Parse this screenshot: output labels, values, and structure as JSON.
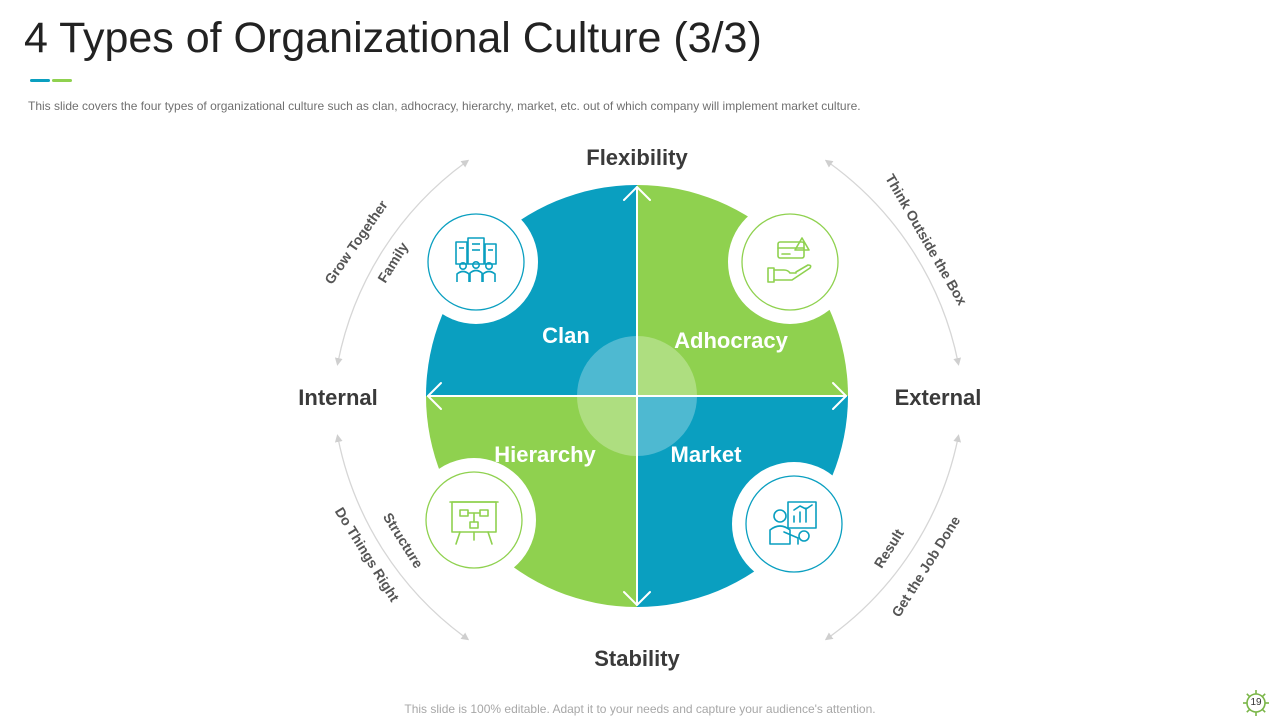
{
  "header": {
    "title": "4 Types of Organizational Culture (3/3)",
    "subtitle": "This slide covers the four types of organizational culture such as clan, adhocracy, hierarchy, market, etc. out of which company will implement market culture."
  },
  "diagram": {
    "axes": {
      "top": "Flexibility",
      "bottom": "Stability",
      "left": "Internal",
      "right": "External"
    },
    "quadrants": {
      "clan": {
        "label": "Clan",
        "icon": "team-building-icon"
      },
      "adhocracy": {
        "label": "Adhocracy",
        "icon": "payment-card-hand-icon"
      },
      "hierarchy": {
        "label": "Hierarchy",
        "icon": "flowchart-board-icon"
      },
      "market": {
        "label": "Market",
        "icon": "presentation-person-icon"
      }
    },
    "arc_labels": {
      "clan_outer": "Grow Together",
      "clan_inner": "Family",
      "adhocracy_outer": "Think Outside the Box",
      "hierarchy_outer": "Do Things Right",
      "hierarchy_inner": "Structure",
      "market_outer": "Get the Job Done",
      "market_inner": "Result"
    }
  },
  "footer": {
    "note": "This slide is 100% editable. Adapt it to your needs and capture your audience's attention.",
    "page_number": "19"
  },
  "colors": {
    "blue": "#0a9fc0",
    "green": "#8fd14f",
    "title": "#222222",
    "text": "#3a3a3a",
    "arc": "#cfcfcf"
  }
}
